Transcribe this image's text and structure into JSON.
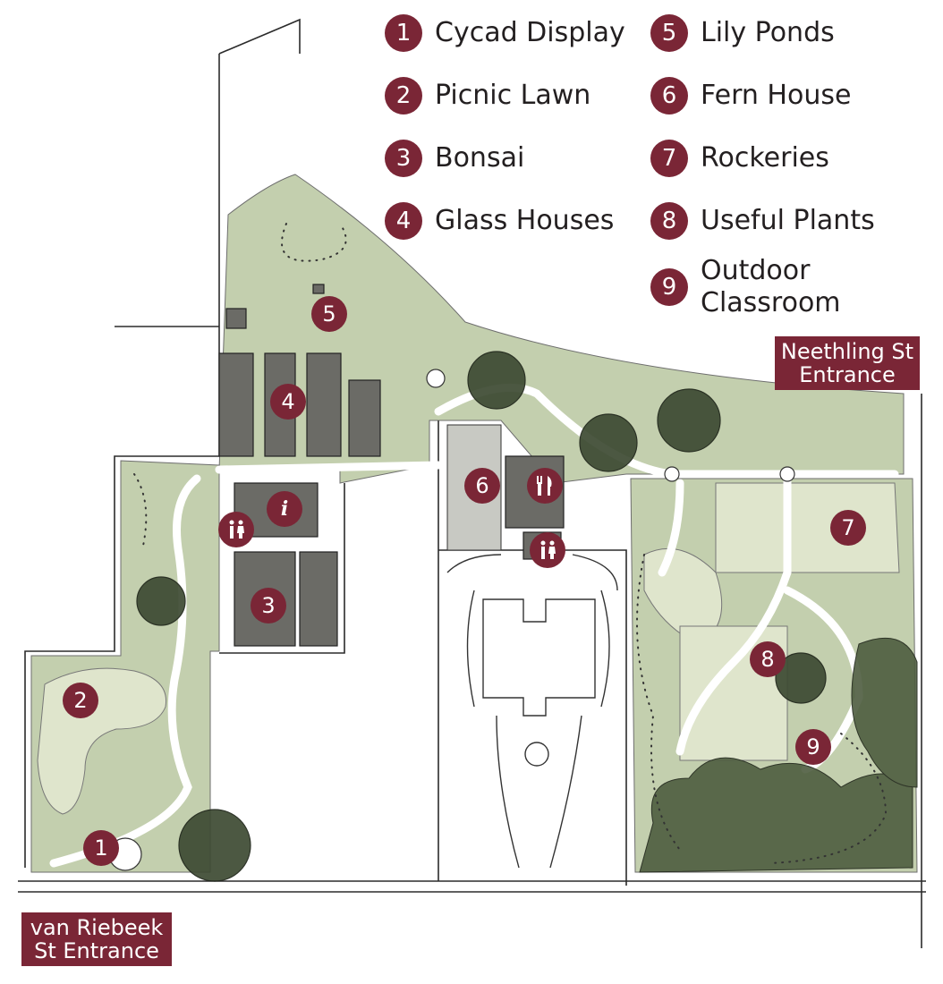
{
  "legend": [
    {
      "number": "1",
      "label": "Cycad Display"
    },
    {
      "number": "2",
      "label": "Picnic Lawn"
    },
    {
      "number": "3",
      "label": "Bonsai"
    },
    {
      "number": "4",
      "label": "Glass Houses"
    },
    {
      "number": "5",
      "label": "Lily Ponds"
    },
    {
      "number": "6",
      "label": "Fern House"
    },
    {
      "number": "7",
      "label": "Rockeries"
    },
    {
      "number": "8",
      "label": "Useful Plants"
    },
    {
      "number": "9",
      "label": "Outdoor\nClassroom"
    }
  ],
  "entrances": {
    "neethling": "Neethling St\nEntrance",
    "van_riebeek": "van Riebeek\nSt Entrance"
  },
  "map_markers": [
    "1",
    "2",
    "3",
    "4",
    "5",
    "6",
    "7",
    "8",
    "9"
  ],
  "facilities": {
    "info_symbol": "i",
    "restaurant_icon": "fork-knife-icon",
    "toilets_icon": "toilets-icon"
  },
  "colors": {
    "marker": "#7a2636",
    "greenery": "#b9c7a0",
    "building": "#6b6b66",
    "path": "#ffffff",
    "outline": "#2b2b2b"
  }
}
